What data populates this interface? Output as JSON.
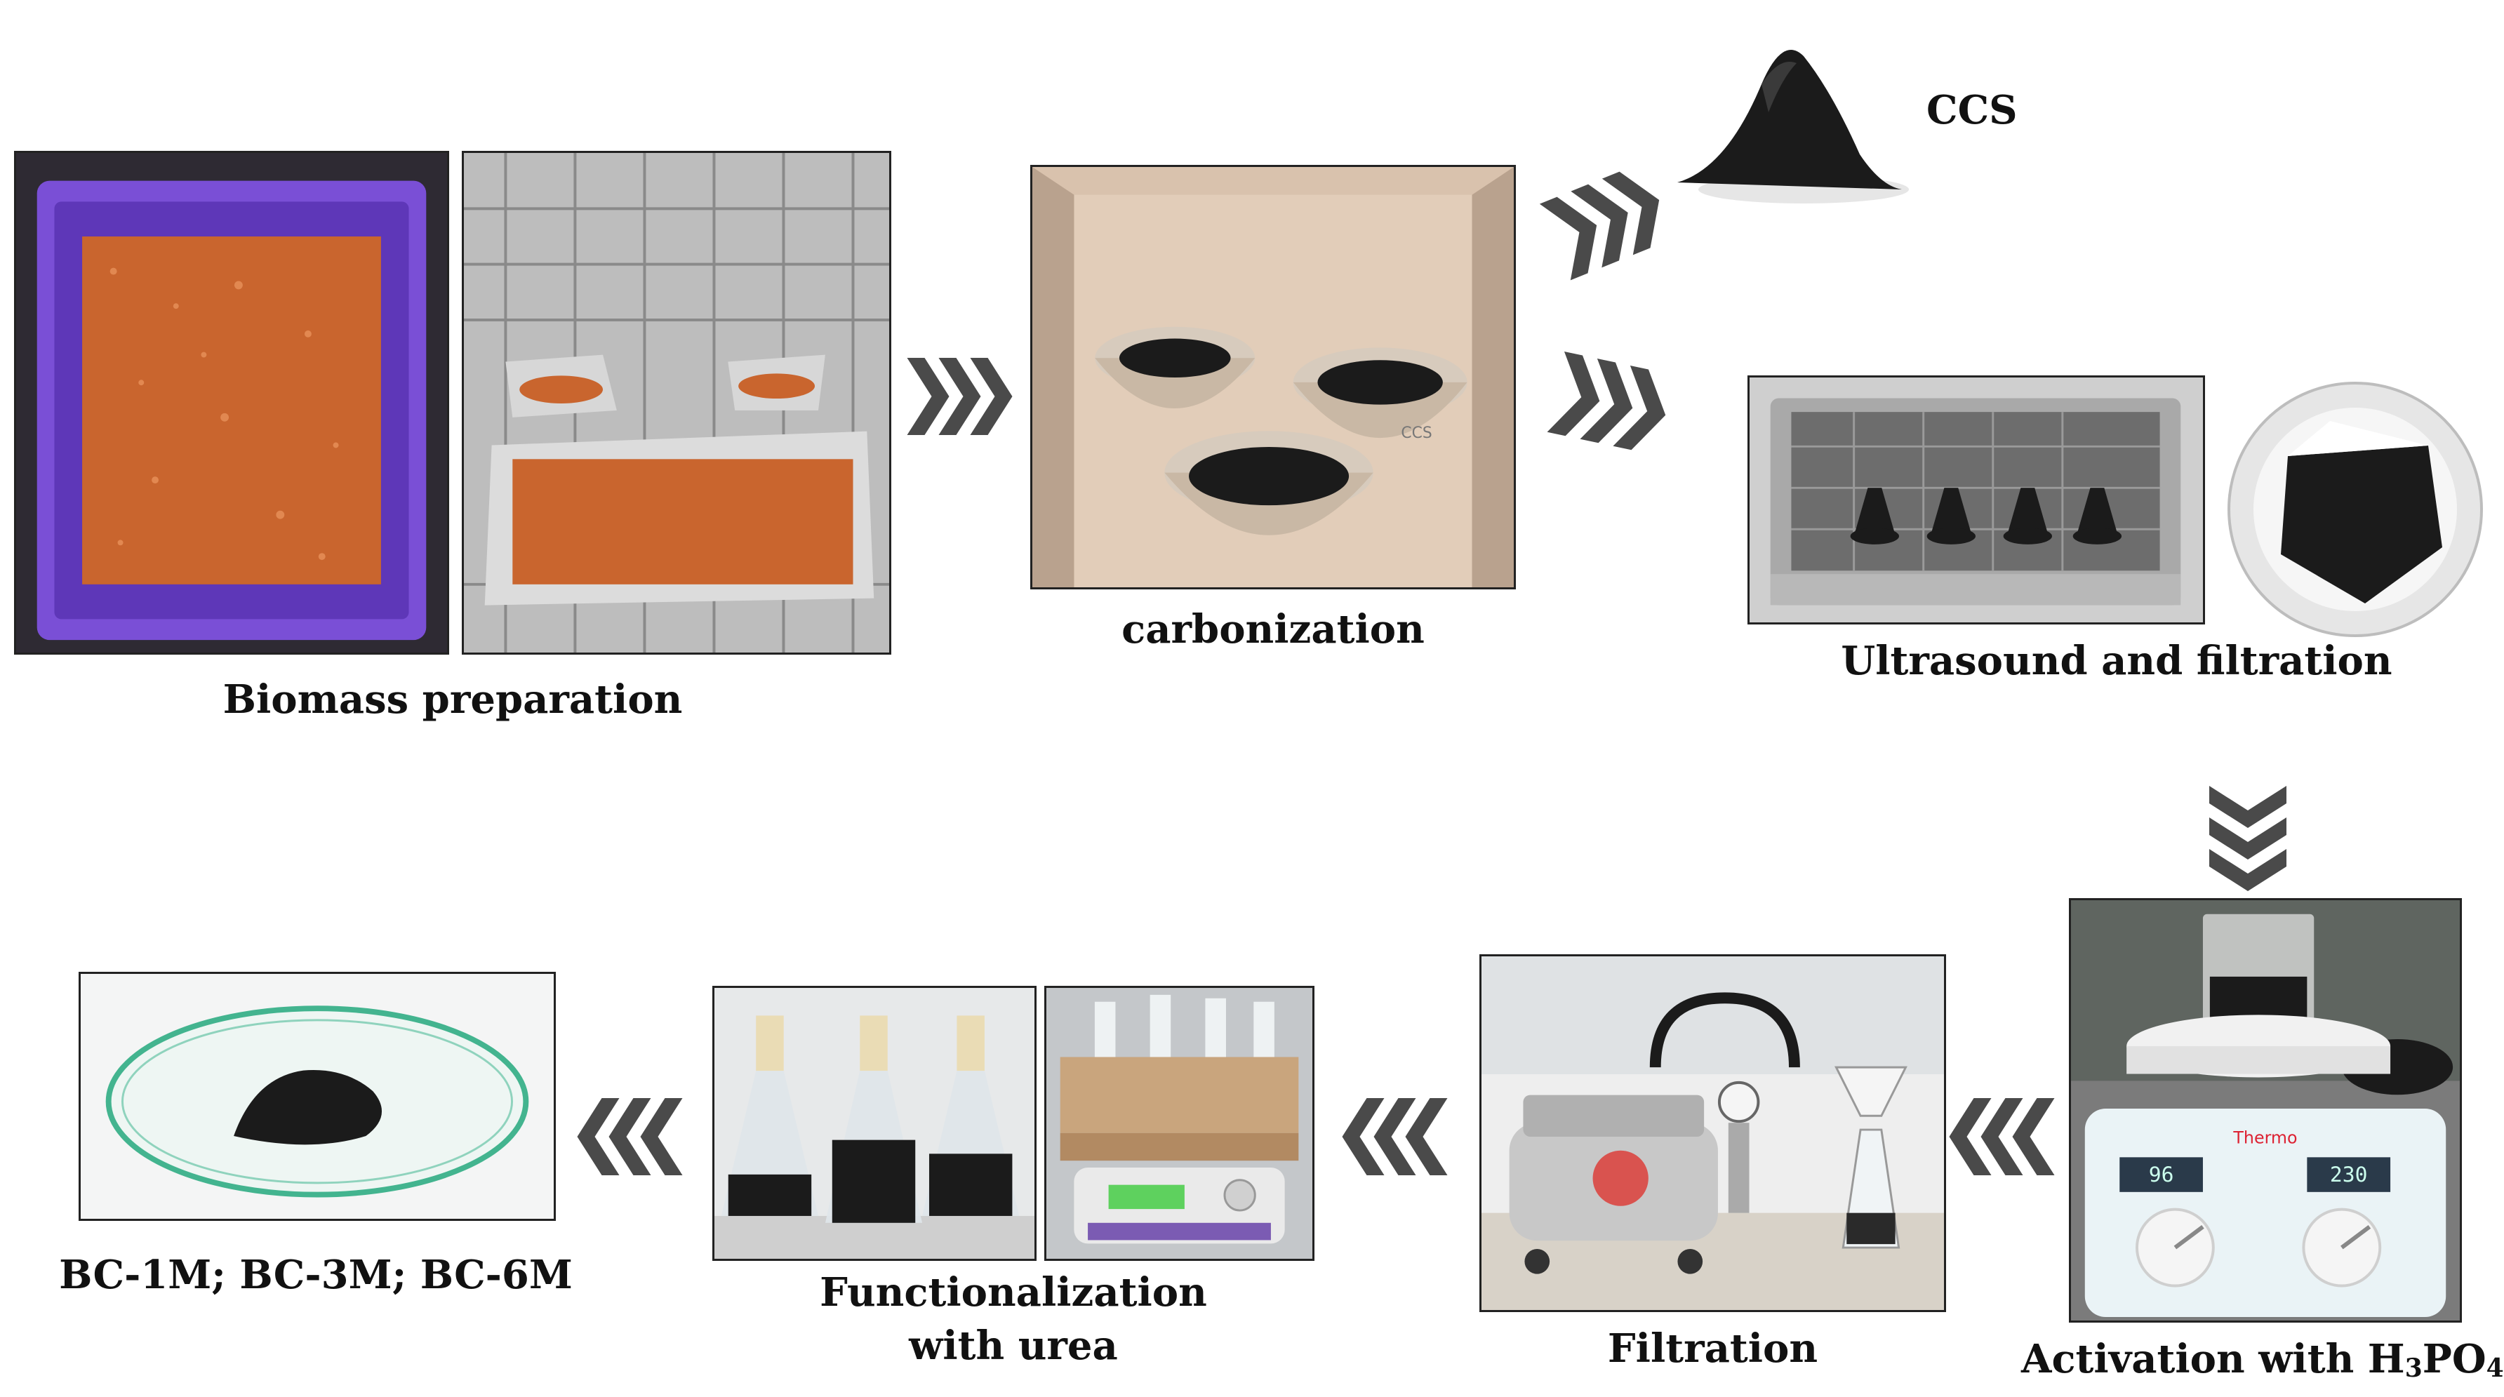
{
  "labels": {
    "ccs": "CCS",
    "biomass": "Biomass preparation",
    "carbonization": "carbonization",
    "ultrasound": "Ultrasound and filtration",
    "activation_pre": "Activation with H",
    "activation_sub1": "3",
    "activation_mid": "PO",
    "activation_sub2": "4",
    "filtration": "Filtration",
    "functionalization_line1": "Functionalization",
    "functionalization_line2": "with urea",
    "final": "BC-1M; BC-3M; BC-6M"
  },
  "photo_text": {
    "hotplate_brand": "Thermo",
    "display_left": "96",
    "display_right": "230",
    "crucible_mark": "CCS"
  },
  "colors": {
    "arrow": "#4a4a4a",
    "biomass_orange": "#c9652e",
    "container_purple": "#7a4fd6",
    "char_black": "#1b1b1b",
    "brick": "#d9c2ad"
  }
}
